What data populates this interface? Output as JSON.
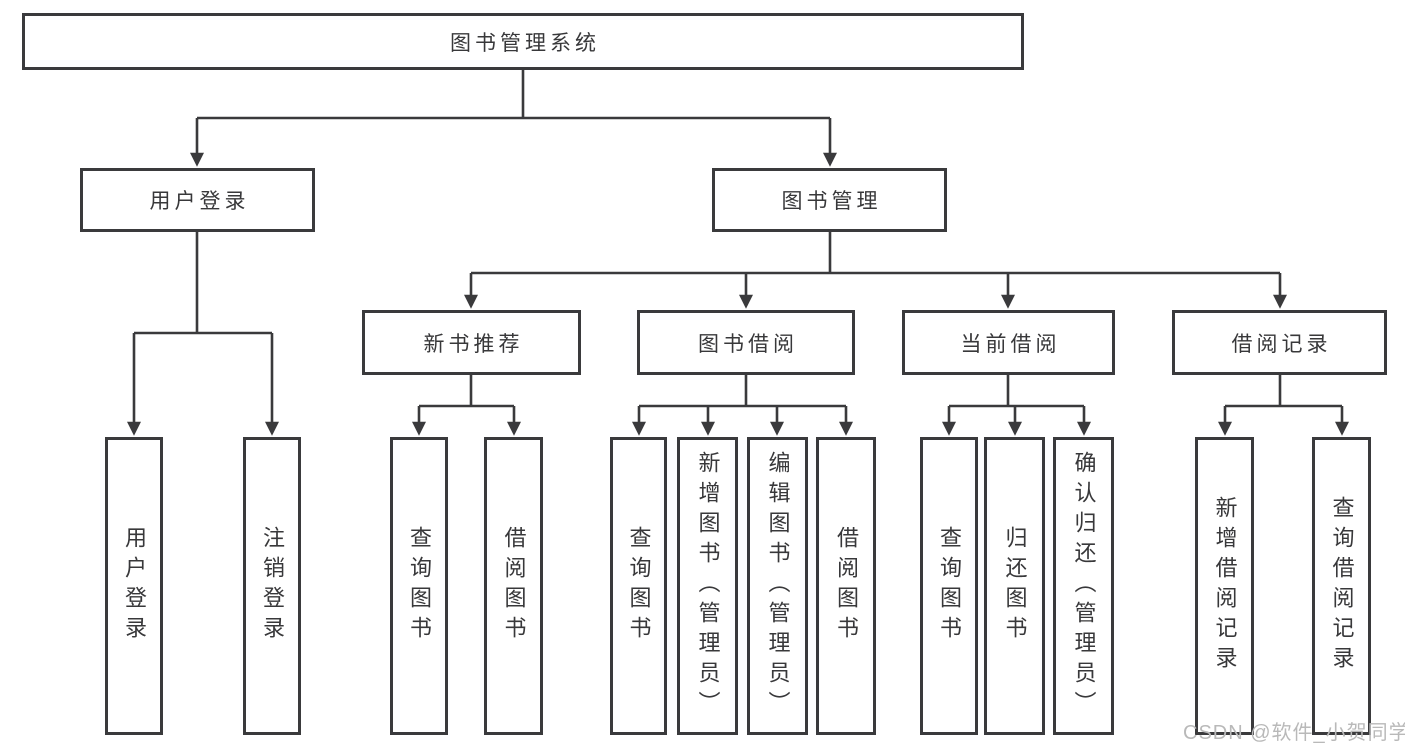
{
  "diagram_title": "图书管理系统",
  "tree": {
    "root": {
      "label": "图书管理系统",
      "children": [
        {
          "label": "用户登录",
          "children": [
            {
              "label": "用户登录"
            },
            {
              "label": "注销登录"
            }
          ]
        },
        {
          "label": "图书管理",
          "children": [
            {
              "label": "新书推荐",
              "children": [
                {
                  "label": "查询图书"
                },
                {
                  "label": "借阅图书"
                }
              ]
            },
            {
              "label": "图书借阅",
              "children": [
                {
                  "label": "查询图书"
                },
                {
                  "label": "新增图书（管理员）"
                },
                {
                  "label": "编辑图书（管理员）"
                },
                {
                  "label": "借阅图书"
                }
              ]
            },
            {
              "label": "当前借阅",
              "children": [
                {
                  "label": "查询图书"
                },
                {
                  "label": "归还图书"
                },
                {
                  "label": "确认归还（管理员）"
                }
              ]
            },
            {
              "label": "借阅记录",
              "children": [
                {
                  "label": "新增借阅记录"
                },
                {
                  "label": "查询借阅记录"
                }
              ]
            }
          ]
        }
      ]
    }
  },
  "watermark": {
    "text": "CSDN @软件_小贺同学"
  },
  "colors": {
    "line": "#3a3a3c",
    "text": "#38383a",
    "watermark": "#b9b9b9",
    "background": "#ffffff"
  }
}
